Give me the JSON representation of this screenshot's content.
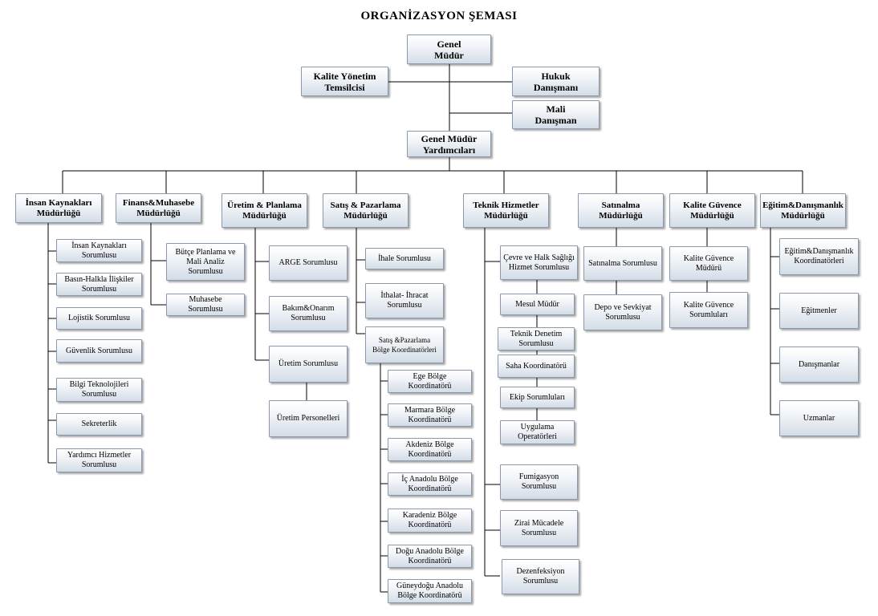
{
  "title": "ORGANİZASYON  ŞEMASI",
  "gm": "Genel\nMüdür",
  "kalite_temsilci": "Kalite Yönetim\nTemsilcisi",
  "hukuk": "Hukuk\nDanışmanı",
  "mali": "Mali\nDanışman",
  "gmy": "Genel Müdür\nYardımcıları",
  "departments": [
    {
      "name": "İnsan Kaynakları\nMüdürlüğü",
      "children": [
        "İnsan Kaynakları\nSorumlusu",
        "Basın-Halkla İlişkiler\nSorumlusu",
        "Lojistik Sorumlusu",
        "Güvenlik Sorumlusu",
        "Bilgi Teknolojileri\nSorumlusu",
        "Sekreterlik",
        "Yardımcı Hizmetler\nSorumlusu"
      ]
    },
    {
      "name": "Finans&Muhasebe\nMüdürlüğü",
      "children": [
        "Bütçe Planlama ve\nMali Analiz\nSorumlusu",
        "Muhasebe\nSorumlusu"
      ]
    },
    {
      "name": "Üretim & Planlama\nMüdürlüğü",
      "children": [
        "ARGE Sorumlusu",
        "Bakım&Onarım\nSorumlusu",
        "Üretim Sorumlusu"
      ],
      "sub": "Üretim Personelleri"
    },
    {
      "name": "Satış & Pazarlama\nMüdürlüğü",
      "children": [
        "İhale Sorumlusu",
        "İthalat- İhracat\nSorumlusu",
        "Satış &Pazarlama\nBölge Koordinatörleri"
      ],
      "regions": [
        "Ege Bölge\nKoordinatörü",
        "Marmara Bölge\nKoordinatörü",
        "Akdeniz Bölge\nKoordinatörü",
        "İç Anadolu Bölge\nKoordinatörü",
        "Karadeniz Bölge\nKoordinatörü",
        "Doğu Anadolu Bölge\nKoordinatörü",
        "Güneydoğu Anadolu\nBölge Koordinatörü"
      ]
    },
    {
      "name": "Teknik Hizmetler\nMüdürlüğü",
      "children": [
        "Çevre ve Halk Sağlığı\nHizmet Sorumlusu",
        "Fumigasyon\nSorumlusu",
        "Zirai Mücadele\nSorumlusu",
        "Dezenfeksiyon\nSorumlusu"
      ],
      "chain": [
        "Mesul Müdür",
        "Teknik Denetim\nSorumlusu",
        "Saha Koordinatörü",
        "Ekip Sorumluları",
        "Uygulama\nOperatörleri"
      ]
    },
    {
      "name": "Satınalma\nMüdürlüğü",
      "children": [
        "Satınalma Sorumlusu",
        "Depo ve Sevkiyat\nSorumlusu"
      ]
    },
    {
      "name": "Kalite Güvence\nMüdürlüğü",
      "children": [
        "Kalite Güvence\nMüdürü",
        "Kalite Güvence\nSorumluları"
      ]
    },
    {
      "name": "Eğitim&Danışmanlık\nMüdürlüğü",
      "children": [
        "Eğitim&Danışmanlık\nKoordinatörleri",
        "Eğitmenler",
        "Danışmanlar",
        "Uzmanlar"
      ]
    }
  ]
}
